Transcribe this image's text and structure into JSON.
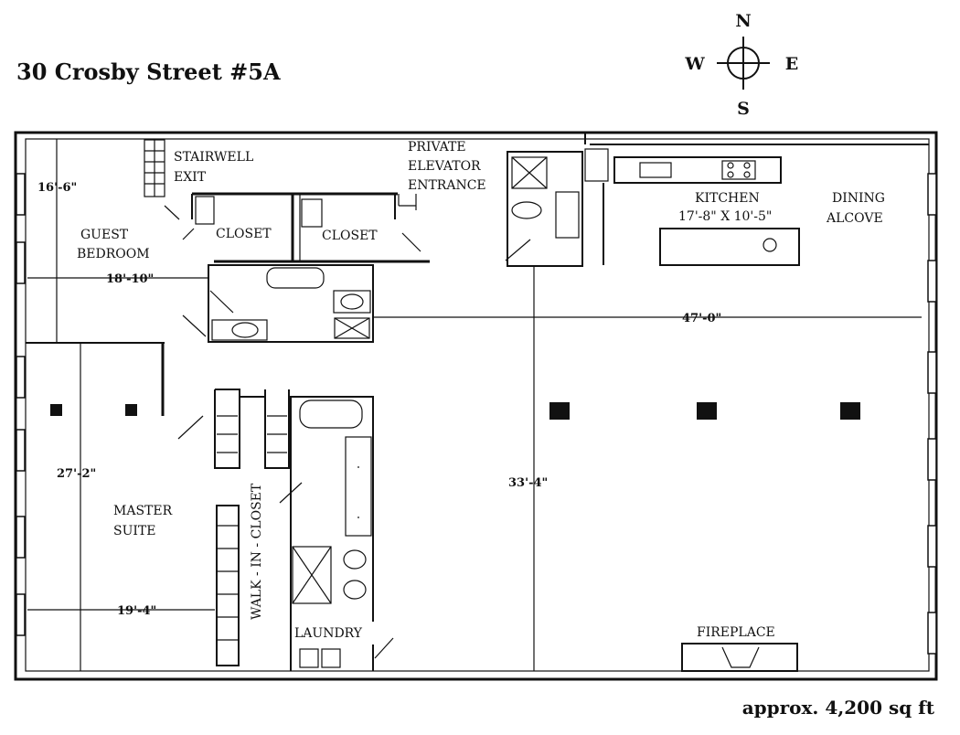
{
  "title": "30 Crosby Street #5A",
  "area_note": "approx. 4,200 sq ft",
  "compass": {
    "n": "N",
    "s": "S",
    "e": "E",
    "w": "W"
  },
  "rooms": {
    "stairwell_l1": "STAIRWELL",
    "stairwell_l2": "EXIT",
    "private_l1": "PRIVATE",
    "private_l2": "ELEVATOR",
    "private_l3": "ENTRANCE",
    "kitchen": "KITCHEN",
    "kitchen_size": "17'-8\" X 10'-5\"",
    "dining_l1": "DINING",
    "dining_l2": "ALCOVE",
    "guest_l1": "GUEST",
    "guest_l2": "BEDROOM",
    "closet_1": "CLOSET",
    "closet_2": "CLOSET",
    "master_l1": "MASTER",
    "master_l2": "SUITE",
    "walk_in": "WALK - IN - CLOSET",
    "laundry": "LAUNDRY",
    "fireplace": "FIREPLACE"
  },
  "dimensions": {
    "d16_6": "16'-6\"",
    "d18_10": "18'-10\"",
    "d47_0": "47'-0\"",
    "d27_2": "27'-2\"",
    "d33_4": "33'-4\"",
    "d19_4": "19'-4\""
  }
}
